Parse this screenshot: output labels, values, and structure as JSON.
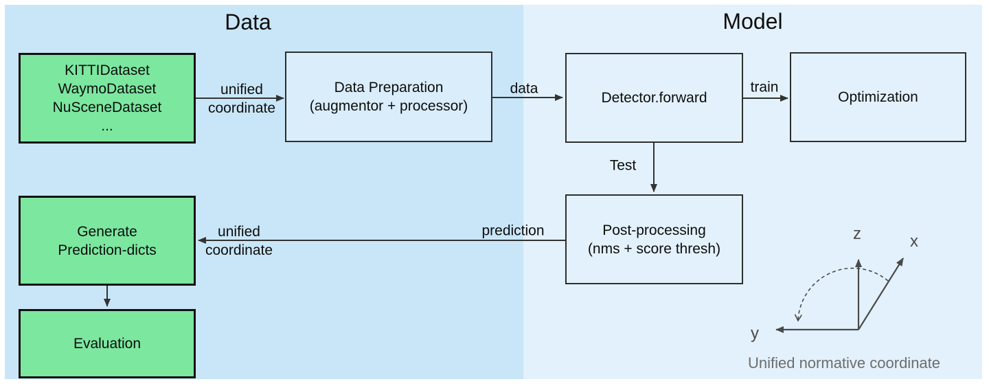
{
  "titles": {
    "data": "Data",
    "model": "Model"
  },
  "colors": {
    "left_panel_bg": "#c9e6f8",
    "right_panel_bg": "#e2f1fb",
    "green_box_fill": "#7ce79f",
    "light_box_fill": "#d9edfb",
    "arrow_stroke": "#333333",
    "axes_stroke": "#4a4a4a",
    "caption_gray": "#6d6d6d"
  },
  "boxes": {
    "datasets": {
      "lines": [
        "KITTIDataset",
        "WaymoDataset",
        "NuSceneDataset",
        "..."
      ]
    },
    "data_preparation": {
      "lines": [
        "Data Preparation",
        "(augmentor + processor)"
      ]
    },
    "detector": {
      "label": "Detector.forward"
    },
    "optimization": {
      "label": "Optimization"
    },
    "post_processing": {
      "lines": [
        "Post-processing",
        "(nms + score thresh)"
      ]
    },
    "generate": {
      "lines": [
        "Generate",
        "Prediction-dicts"
      ]
    },
    "evaluation": {
      "label": "Evaluation"
    }
  },
  "arrow_labels": {
    "unified_coordinate_top": {
      "line1": "unified",
      "line2": "coordinate"
    },
    "data": "data",
    "train": "train",
    "test": "Test",
    "prediction": "prediction",
    "unified_coordinate_bottom": {
      "line1": "unified",
      "line2": "coordinate"
    }
  },
  "axes": {
    "z": "z",
    "x": "x",
    "y": "y",
    "caption": "Unified normative coordinate"
  }
}
